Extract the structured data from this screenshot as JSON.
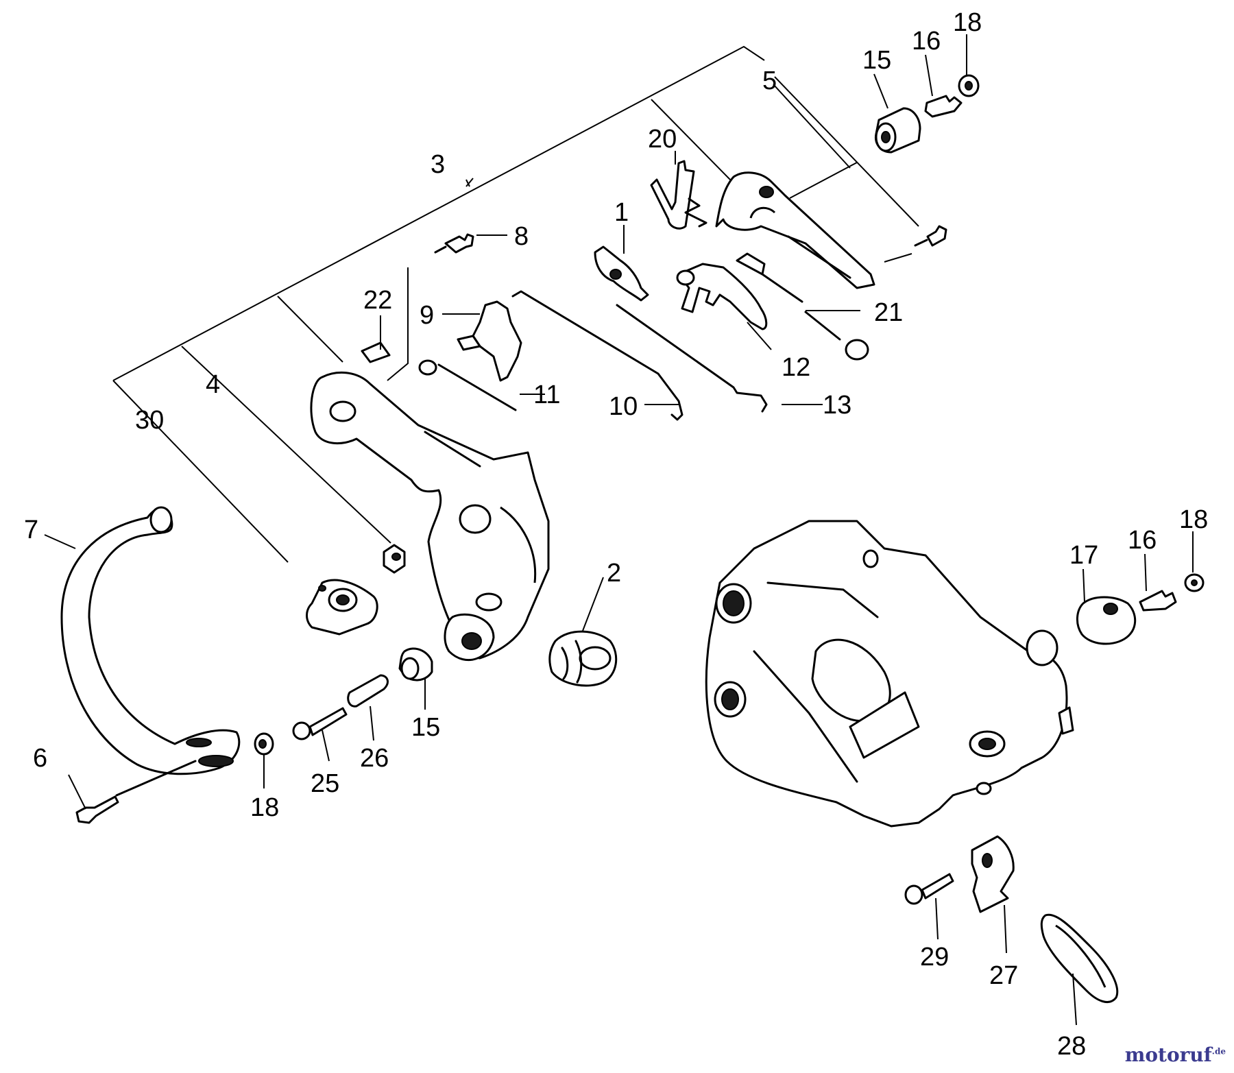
{
  "diagram": {
    "labels": {
      "p1": "1",
      "p2": "2",
      "p3": "3",
      "p4": "4",
      "p5": "5",
      "p6": "6",
      "p7": "7",
      "p8": "8",
      "p9": "9",
      "p10": "10",
      "p11": "11",
      "p12": "12",
      "p13": "13",
      "p15a": "15",
      "p15b": "15",
      "p16a": "16",
      "p16b": "16",
      "p17": "17",
      "p18a": "18",
      "p18b": "18",
      "p18c": "18",
      "p20": "20",
      "p21": "21",
      "p22": "22",
      "p25": "25",
      "p26": "26",
      "p27": "27",
      "p28": "28",
      "p29": "29",
      "p30": "30"
    }
  },
  "watermark": {
    "name": "motoruf",
    "suffix": ".de"
  }
}
